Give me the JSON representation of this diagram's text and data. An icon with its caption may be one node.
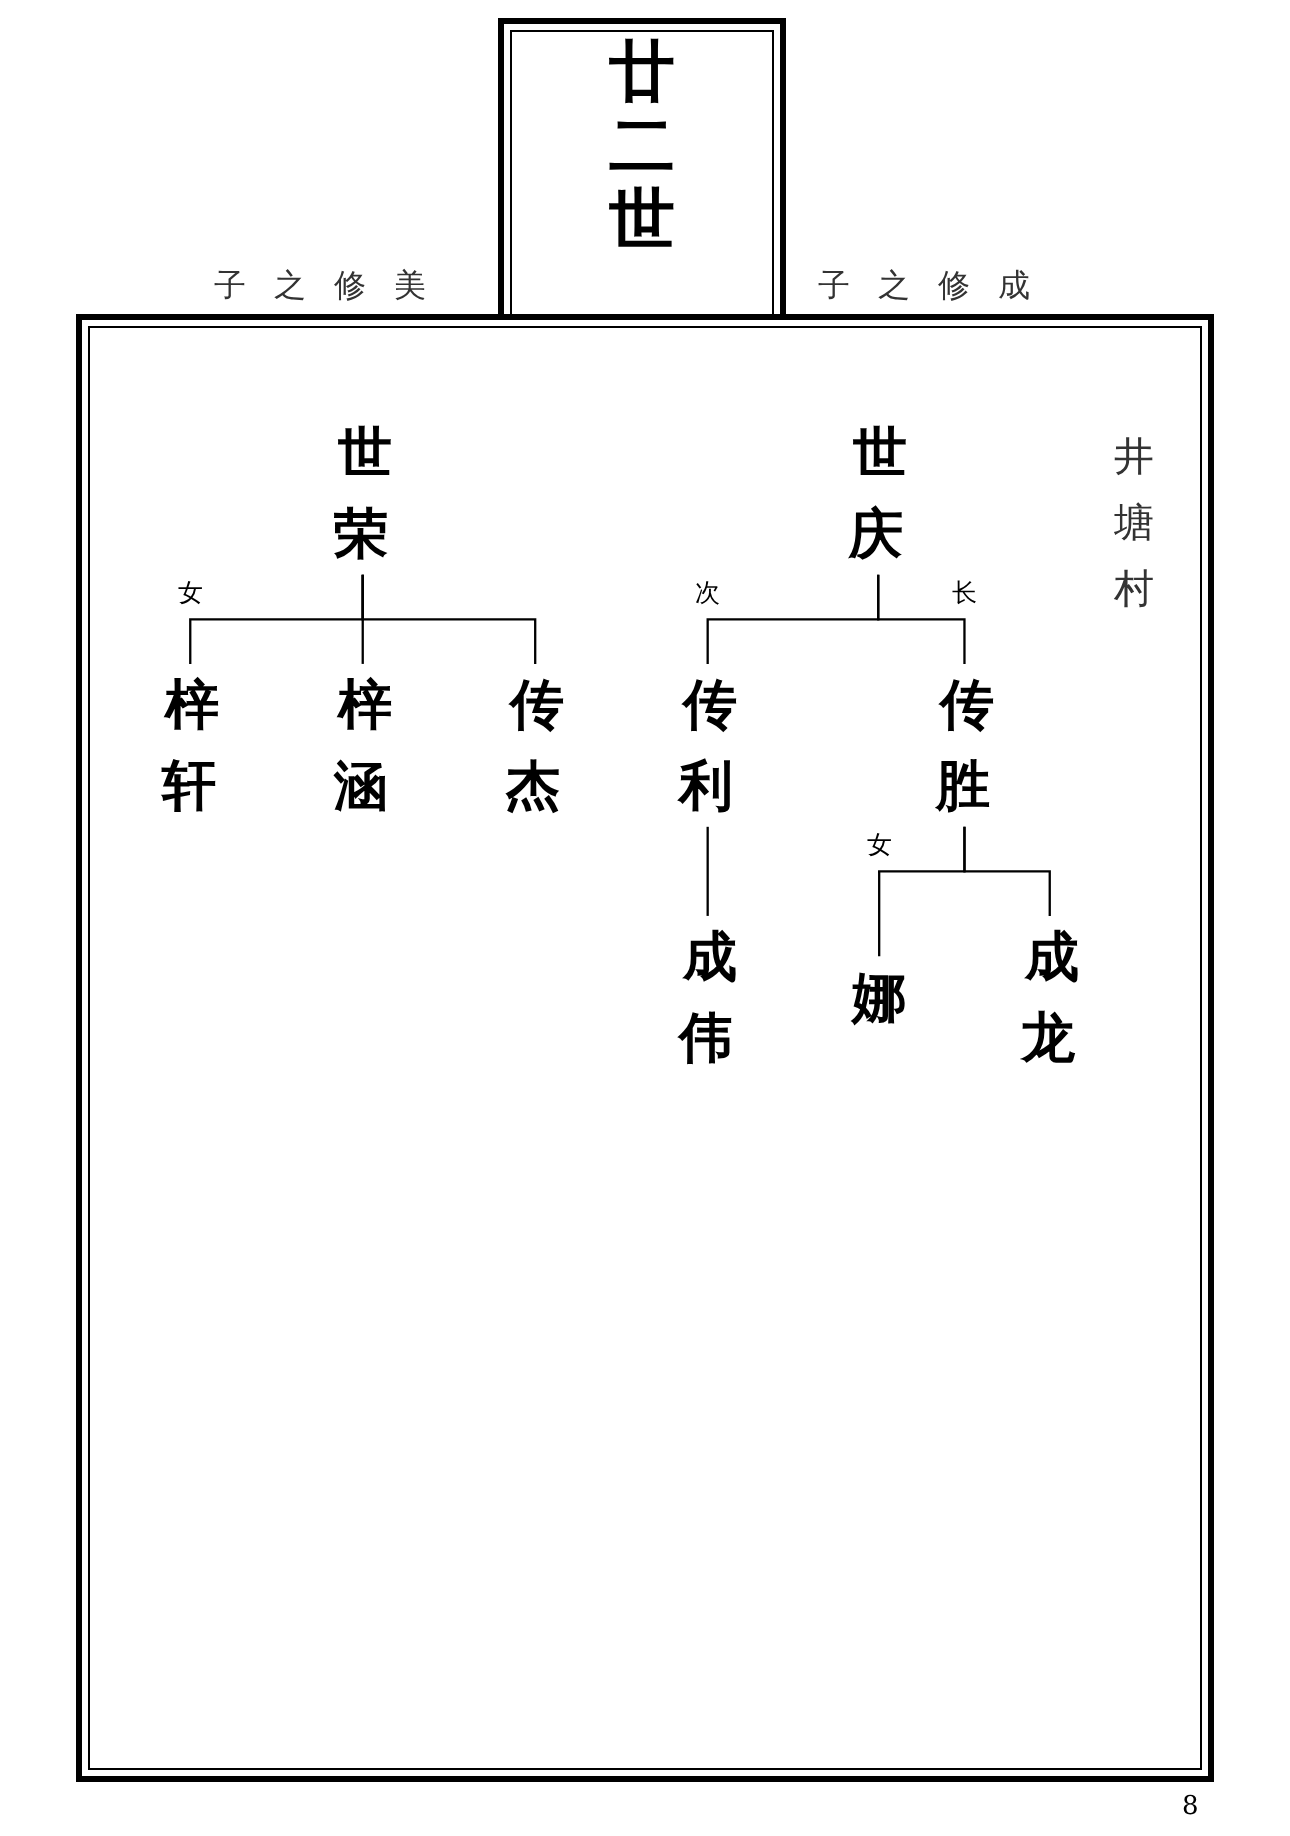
{
  "diagram": {
    "title": "廿二世",
    "nodes": [
      {
        "text": [
          "世荣"
        ]
      },
      {
        "text": [
          "世庆"
        ]
      },
      {
        "text": [
          "梓轩"
        ]
      },
      {
        "text": [
          "梓涵"
        ]
      },
      {
        "text": [
          "传杰"
        ]
      },
      {
        "text": [
          "传利"
        ]
      },
      {
        "text": [
          "传胜"
        ]
      },
      {
        "text": [
          "成伟"
        ]
      },
      {
        "text": [
          "娜"
        ]
      },
      {
        "text": [
          "成龙"
        ]
      }
    ],
    "edges": [
      {
        "from": 0,
        "to": 2,
        "arrow": "none",
        "label": "女"
      },
      {
        "from": 0,
        "to": 3,
        "arrow": "none"
      },
      {
        "from": 0,
        "to": 4,
        "arrow": "none"
      },
      {
        "from": 1,
        "to": 5,
        "arrow": "none",
        "label": "次"
      },
      {
        "from": 1,
        "to": 6,
        "arrow": "none",
        "label": "长"
      },
      {
        "from": 5,
        "to": 7,
        "arrow": "none"
      },
      {
        "from": 6,
        "to": 8,
        "arrow": "none",
        "label": "女"
      },
      {
        "from": 6,
        "to": 9,
        "arrow": "none"
      }
    ],
    "labels": [
      "子之修美",
      "子之修成",
      "井塘村",
      "8"
    ]
  }
}
